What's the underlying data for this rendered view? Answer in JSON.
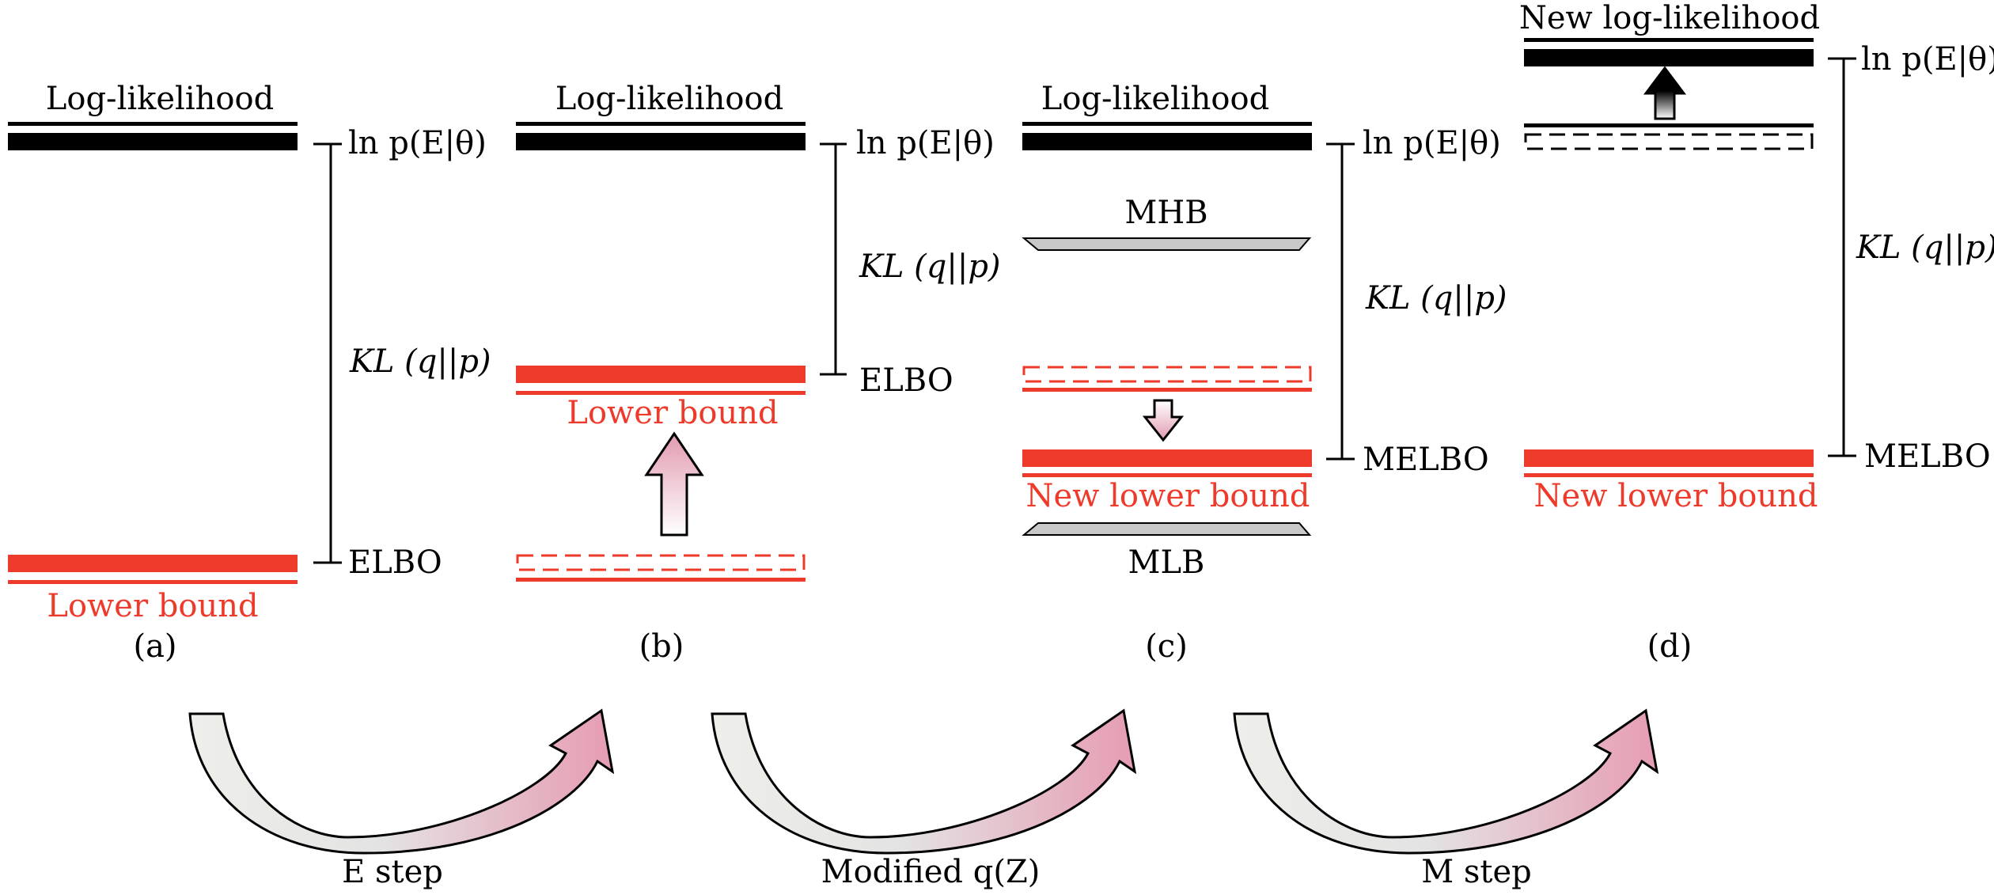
{
  "colors": {
    "black": "#000000",
    "red": "#ee3a2b",
    "gray": "#c8c8c8",
    "pink": "#e8a4b8",
    "curve_gray": "#e6e6e6"
  },
  "panels": {
    "a": {
      "caption": "(a)",
      "top_title": "Log-likelihood",
      "bound_label": "Lower bound",
      "right_top_label": "ln p(E|θ)",
      "kl_label": "KL (q||p)",
      "right_bottom_label": "ELBO"
    },
    "b": {
      "caption": "(b)",
      "top_title": "Log-likelihood",
      "bound_label": "Lower bound",
      "right_top_label": "ln p(E|θ)",
      "kl_label": "KL (q||p)",
      "right_bottom_label": "ELBO"
    },
    "c": {
      "caption": "(c)",
      "top_title": "Log-likelihood",
      "mhb_label": "MHB",
      "bound_label": "New lower bound",
      "mlb_label": "MLB",
      "right_top_label": "ln p(E|θ)",
      "kl_label": "KL (q||p)",
      "right_bottom_label": "MELBO"
    },
    "d": {
      "caption": "(d)",
      "top_title": "New log-likelihood",
      "bound_label": "New lower bound",
      "right_top_label": "ln p(E|θ)",
      "kl_label": "KL (q||p)",
      "right_bottom_label": "MELBO"
    }
  },
  "steps": {
    "e_step": "E step",
    "modified": "Modified q(Z)",
    "m_step": "M step"
  }
}
